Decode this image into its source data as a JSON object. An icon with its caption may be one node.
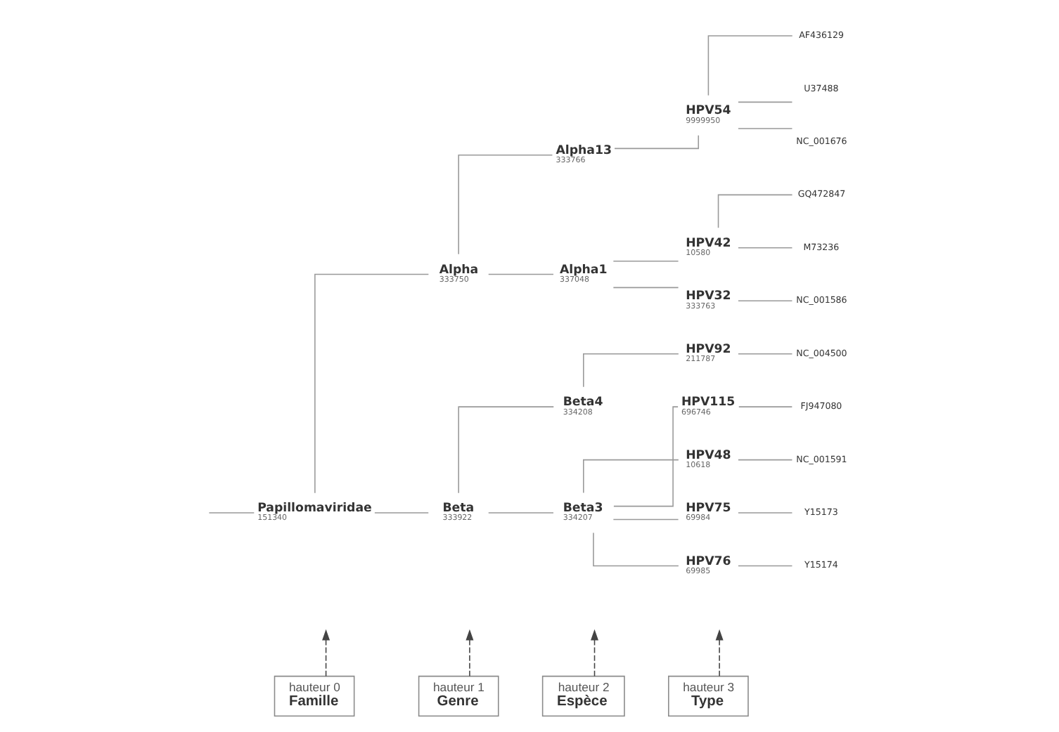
{
  "diagram": {
    "nodes": [
      {
        "text": [
          "Papillomaviridae",
          "151340"
        ]
      },
      {
        "text": [
          "Alpha",
          "333750"
        ]
      },
      {
        "text": [
          "Alpha13",
          "333766"
        ]
      },
      {
        "text": [
          "HPV54",
          "9999950"
        ]
      },
      {
        "text": [
          "AF436129"
        ]
      },
      {
        "text": [
          "U37488"
        ]
      },
      {
        "text": [
          "NC_001676"
        ]
      },
      {
        "text": [
          "Alpha1",
          "337048"
        ]
      },
      {
        "text": [
          "HPV42",
          "10580"
        ]
      },
      {
        "text": [
          "GQ472847"
        ]
      },
      {
        "text": [
          "M73236"
        ]
      },
      {
        "text": [
          "HPV32",
          "333763"
        ]
      },
      {
        "text": [
          "NC_001586"
        ]
      },
      {
        "text": [
          "Beta",
          "333922"
        ]
      },
      {
        "text": [
          "Beta4",
          "334208"
        ]
      },
      {
        "text": [
          "HPV92",
          "211787"
        ]
      },
      {
        "text": [
          "NC_004500"
        ]
      },
      {
        "text": [
          "Beta3",
          "334207"
        ]
      },
      {
        "text": [
          "HPV115",
          "696746"
        ]
      },
      {
        "text": [
          "FJ947080"
        ]
      },
      {
        "text": [
          "HPV48",
          "10618"
        ]
      },
      {
        "text": [
          "NC_001591"
        ]
      },
      {
        "text": [
          "HPV75",
          "69984"
        ]
      },
      {
        "text": [
          "Y15173"
        ]
      },
      {
        "text": [
          "HPV76",
          "69985"
        ]
      },
      {
        "text": [
          "Y15174"
        ]
      },
      {
        "text": [
          "hauteur 0",
          "Famille"
        ]
      },
      {
        "text": [
          "hauteur 1",
          "Genre"
        ]
      },
      {
        "text": [
          "hauteur 2",
          "Espèce"
        ]
      },
      {
        "text": [
          "hauteur 3",
          "Type"
        ]
      }
    ],
    "edges": [
      {
        "from": null,
        "to": 0,
        "arrow": "none"
      },
      {
        "from": 0,
        "to": 1,
        "arrow": "none"
      },
      {
        "from": 1,
        "to": 2,
        "arrow": "none"
      },
      {
        "from": 2,
        "to": 3,
        "arrow": "none"
      },
      {
        "from": 3,
        "to": 4,
        "arrow": "none"
      },
      {
        "from": 3,
        "to": 5,
        "arrow": "none"
      },
      {
        "from": 3,
        "to": 6,
        "arrow": "none"
      },
      {
        "from": 1,
        "to": 7,
        "arrow": "none"
      },
      {
        "from": 7,
        "to": 8,
        "arrow": "none"
      },
      {
        "from": 8,
        "to": 9,
        "arrow": "none"
      },
      {
        "from": 8,
        "to": 10,
        "arrow": "none"
      },
      {
        "from": 7,
        "to": 11,
        "arrow": "none"
      },
      {
        "from": 11,
        "to": 12,
        "arrow": "none"
      },
      {
        "from": 0,
        "to": 13,
        "arrow": "none"
      },
      {
        "from": 13,
        "to": 14,
        "arrow": "none"
      },
      {
        "from": 14,
        "to": 15,
        "arrow": "none"
      },
      {
        "from": 15,
        "to": 16,
        "arrow": "none"
      },
      {
        "from": 13,
        "to": 17,
        "arrow": "none"
      },
      {
        "from": 17,
        "to": 18,
        "arrow": "none"
      },
      {
        "from": 18,
        "to": 19,
        "arrow": "none"
      },
      {
        "from": 17,
        "to": 20,
        "arrow": "none"
      },
      {
        "from": 20,
        "to": 21,
        "arrow": "none"
      },
      {
        "from": 17,
        "to": 22,
        "arrow": "none"
      },
      {
        "from": 22,
        "to": 23,
        "arrow": "none"
      },
      {
        "from": 17,
        "to": 24,
        "arrow": "none"
      },
      {
        "from": 24,
        "to": 25,
        "arrow": "none"
      },
      {
        "from": 26,
        "to": null,
        "arrow": "to",
        "style": "dashed",
        "color": "#444444"
      },
      {
        "from": 27,
        "to": null,
        "arrow": "to",
        "style": "dashed",
        "color": "#444444"
      },
      {
        "from": 28,
        "to": null,
        "arrow": "to",
        "style": "dashed",
        "color": "#444444"
      },
      {
        "from": 29,
        "to": null,
        "arrow": "to",
        "style": "dashed",
        "color": "#444444"
      }
    ]
  }
}
